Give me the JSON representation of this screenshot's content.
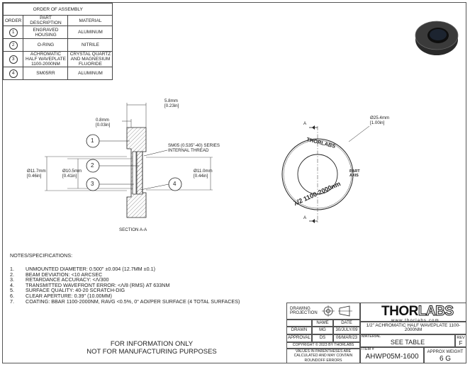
{
  "assembly": {
    "title": "ORDER OF ASSEMBLY",
    "headers": [
      "ORDER",
      "PART DESCRIPTION",
      "MATERIAL"
    ],
    "rows": [
      {
        "order": "1",
        "desc": "ENGRAVED HOUSING",
        "material": "ALUMINUM"
      },
      {
        "order": "2",
        "desc": "O-RING",
        "material": "NITRILE"
      },
      {
        "order": "3",
        "desc": "ACHROMATIC HALF WAVEPLATE 1100-2000nm",
        "material": "CRYSTAL QUARTZ AND MAGNESIUM FLUORIDE"
      },
      {
        "order": "4",
        "desc": "SM05RR",
        "material": "ALUMINUM"
      }
    ]
  },
  "section_view": {
    "width_dim": "5.8mm",
    "width_dim_in": "[0.23in]",
    "lip_dim": "0.8mm",
    "lip_dim_in": "[0.03in]",
    "d1": "Ø11.7mm",
    "d1_in": "[0.46in]",
    "d2": "Ø10.5mm",
    "d2_in": "[0.41in]",
    "d3": "Ø11.0mm",
    "d3_in": "[0.44in]",
    "thread_note_1": "SM05 (0.535\"-40) SERIES",
    "thread_note_2": "INTERNAL THREAD",
    "balloons": [
      "1",
      "2",
      "3",
      "4"
    ],
    "caption": "SECTION A-A"
  },
  "front_view": {
    "od": "Ø25.4mm",
    "od_in": "[1.00in]",
    "section_mark": "A",
    "brand_engraving": "THORLABS",
    "axis_line_1": "PART",
    "axis_line_2": "AXIS",
    "engraving": "λ/2 1100-2000nm"
  },
  "notes": {
    "header": "NOTES/SPECIFICATIONS:",
    "items": [
      {
        "n": "1.",
        "text": "UNMOUNTED DIAMETER: 0.500\" ±0.004 (12.7mm ±0.1)"
      },
      {
        "n": "2.",
        "text": "BEAM DEVIATION: <10 arcsec"
      },
      {
        "n": "3.",
        "text": "RETARDANCE ACCURACY: <λ/300"
      },
      {
        "n": "4.",
        "text": "TRANSMITTED WAVEFRONT ERROR: <λ/8 (rms) AT 633nm"
      },
      {
        "n": "5.",
        "text": "SURFACE QUALITY: 40-20 SCRATCH-DIG"
      },
      {
        "n": "6.",
        "text": "CLEAR APERTURE: 0.39\" (10.00mm)"
      },
      {
        "n": "7.",
        "text": "COATING: BBAR 1100-2000nm, Ravg <0.5%, 0° AOI/PER SURFACE (4 TOTAL SURFACES)"
      }
    ]
  },
  "disclaimer": {
    "line1": "FOR INFORMATION ONLY",
    "line2": "NOT FOR MANUFACTURING PURPOSES"
  },
  "title_block": {
    "drawing_projection": "DRAWING PROJECTION",
    "name_hdr": "NAME",
    "date_hdr": "DATE",
    "drawn_lbl": "DRAWN",
    "drawn_name": "MG",
    "drawn_date": "30/JULY/09",
    "approval_lbl": "APPROVAL",
    "approval_name": "DS",
    "approval_date": "06/MAR/23",
    "copyright": "COPYRIGHT © 2023 BY THORLABS",
    "values_note": "VALUES IN PARENTHESES ARE CALCULATED AND MAY CONTAIN ROUNDOFF ERRORS",
    "logo_main": "THOR",
    "logo_lab": "LABS",
    "url": "www.thorlabs.com",
    "part_title": "1/2\" ACHROMATIC HALF WAVEPLATE 1100-2000nm",
    "material_lbl": "MATERIAL",
    "material": "SEE TABLE",
    "rev_lbl": "REV",
    "rev": "F",
    "item_lbl": "ITEM #",
    "item": "AHWP05M-1600",
    "weight_lbl": "APPROX WEIGHT",
    "weight": "6 g"
  }
}
